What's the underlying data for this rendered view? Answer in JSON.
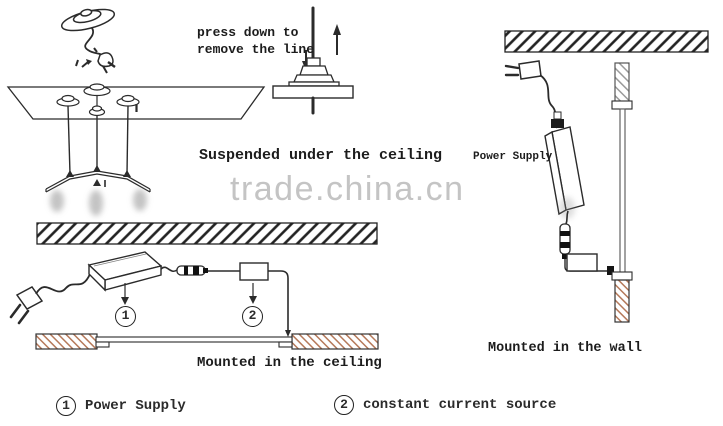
{
  "watermark": {
    "text": "trade.china.cn"
  },
  "colors": {
    "line": "#2b2b2b",
    "hatch_dark": "#222222",
    "hatch_tan": "#b5795a",
    "hatch_gray": "#9a9a9a",
    "watermark": "#c4c4c4",
    "shadow": "#8a8a8a"
  },
  "suspended": {
    "note_line1": "press down to",
    "note_line2": "remove the line",
    "caption": "Suspended under the ceiling"
  },
  "ceiling_mount": {
    "caption": "Mounted in the ceiling",
    "callout_1": "1",
    "callout_2": "2"
  },
  "wall_mount": {
    "caption": "Mounted in the wall",
    "power_supply_label": "Power Supply"
  },
  "legend": {
    "items": [
      {
        "num": "1",
        "label": "Power Supply"
      },
      {
        "num": "2",
        "label": "constant current source"
      }
    ]
  }
}
